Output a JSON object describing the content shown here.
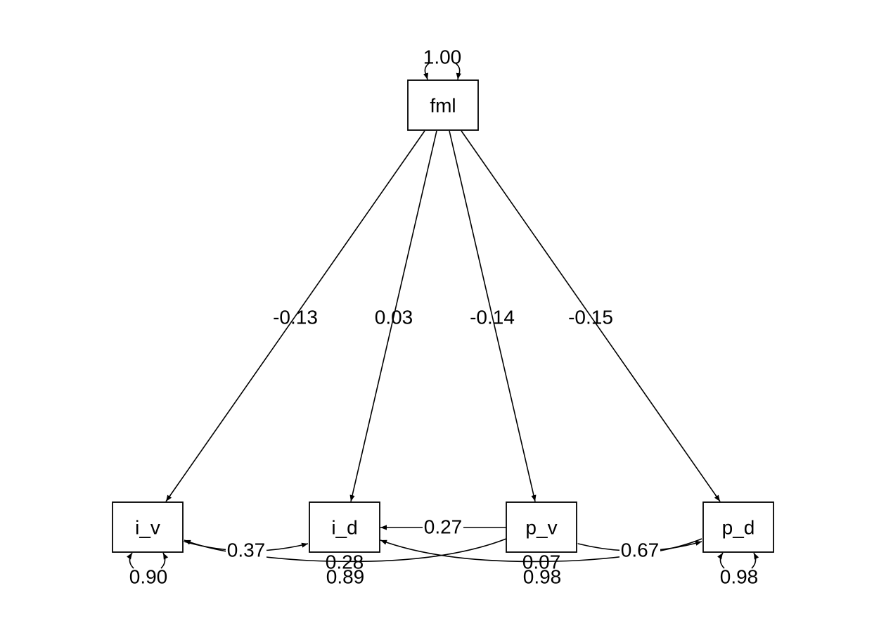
{
  "nodes": {
    "fml": "fml",
    "i_v": "i_v",
    "i_d": "i_d",
    "p_v": "p_v",
    "p_d": "p_d"
  },
  "paths": {
    "fml_i_v": "-0.13",
    "fml_i_d": "0.03",
    "fml_p_v": "-0.14",
    "fml_p_d": "-0.15"
  },
  "covariances": {
    "i_v_i_d": "0.37",
    "p_v_i_d": "0.27",
    "p_v_p_d": "0.67",
    "i_v_p_v": "0.28",
    "i_d_p_d": "0.07"
  },
  "variances": {
    "fml": "1.00",
    "i_v": "0.90",
    "i_d": "0.89",
    "p_v": "0.98",
    "p_d": "0.98"
  }
}
